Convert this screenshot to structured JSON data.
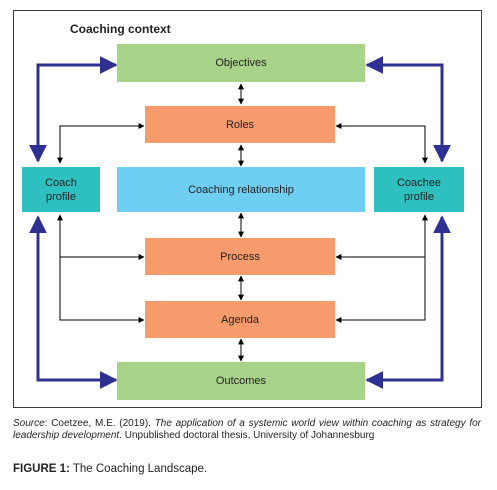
{
  "diagram": {
    "context_title": "Coaching context",
    "boxes": {
      "objectives": "Objectives",
      "roles": "Roles",
      "coach_profile": "Coach\nprofile",
      "relationship": "Coaching relationship",
      "coachee_profile": "Coachee\nprofile",
      "process": "Process",
      "agenda": "Agenda",
      "outcomes": "Outcomes"
    },
    "colors": {
      "objectives_outcomes": "#a8d48a",
      "roles_process_agenda": "#f59b6c",
      "relationship": "#6ecff2",
      "profiles": "#2ebfbf",
      "outer_arrows": "#2e3192",
      "inner_arrows": "#000000"
    }
  },
  "source": {
    "label": "Source",
    "citation": ": Coetzee, M.E. (2019). ",
    "title": "The application of a systemic world view within coaching as strategy for leadership development",
    "tail": ". Unpublished doctoral thesis, University of Johannesburg"
  },
  "figure": {
    "label": "FIGURE 1:",
    "caption": " The Coaching Landscape."
  }
}
